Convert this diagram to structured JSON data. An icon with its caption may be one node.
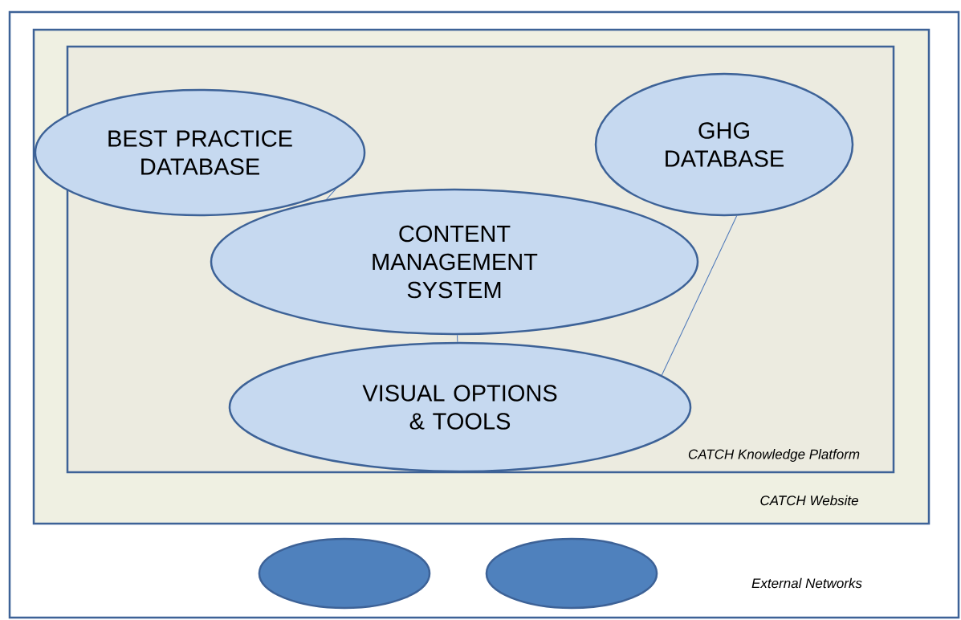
{
  "diagram": {
    "nodes": [
      {
        "text": [
          "External Networks"
        ]
      },
      {
        "text": [
          "CATCH Website"
        ],
        "in": 0
      },
      {
        "text": [
          "CATCH Knowledge Platform"
        ],
        "in": 1
      },
      {
        "text": [
          "BEST PRACTICE DATABASE"
        ],
        "in": 2
      },
      {
        "text": [
          "GHG DATABASE"
        ],
        "in": 2
      },
      {
        "text": [
          "CONTENT MANAGEMENT SYSTEM"
        ],
        "in": 2
      },
      {
        "text": [
          "VISUAL OPTIONS & TOOLS"
        ],
        "in": 2
      },
      {
        "text": [],
        "shape": "ellipse",
        "in": 0
      },
      {
        "text": [],
        "shape": "ellipse",
        "in": 0
      }
    ],
    "edges": [
      {
        "from": 3,
        "to": 5,
        "arrow": "none"
      },
      {
        "from": 5,
        "to": 6,
        "arrow": "none"
      },
      {
        "from": 4,
        "to": 6,
        "arrow": "none"
      }
    ]
  }
}
